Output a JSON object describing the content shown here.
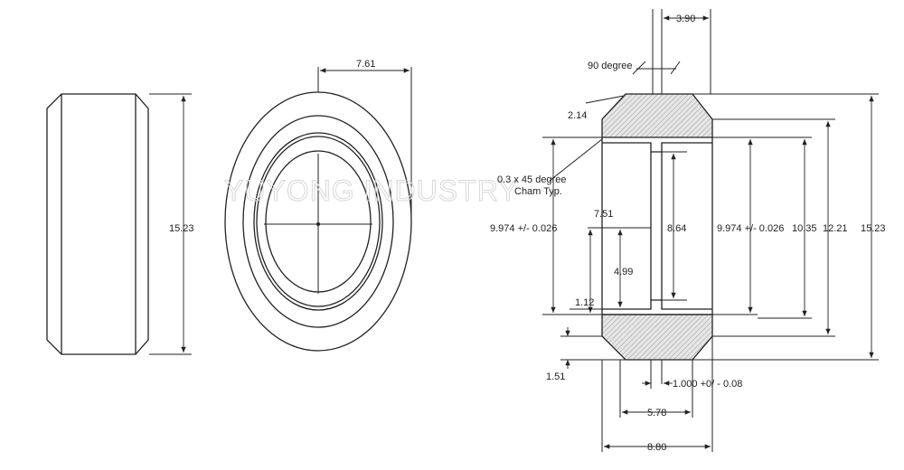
{
  "watermark": "YUYONG INDUSTRY",
  "side_view": {
    "height_label": "15.23"
  },
  "front_view": {
    "offset_label": "7.61"
  },
  "section_view": {
    "top_width": "3.90",
    "angle_note": "90 degree",
    "chamfer_label": "2.14",
    "cham_note_line1": "0.3 x 45 degree",
    "cham_note_line2": "Cham Typ.",
    "left_bore": "9.974 +/- 0.026",
    "depth_left": "7.51",
    "step_dia": "4.99",
    "lip": "1.12",
    "bottom_step": "1.51",
    "inner_dia": "8.64",
    "right_bore": "9.974 +/- 0.026",
    "dia_1035": "10.35",
    "dia_1221": "12.21",
    "overall_dia": "15.23",
    "slot_width": "1.000 +0/ - 0.08",
    "width_578": "5.78",
    "overall_width": "8.80"
  }
}
